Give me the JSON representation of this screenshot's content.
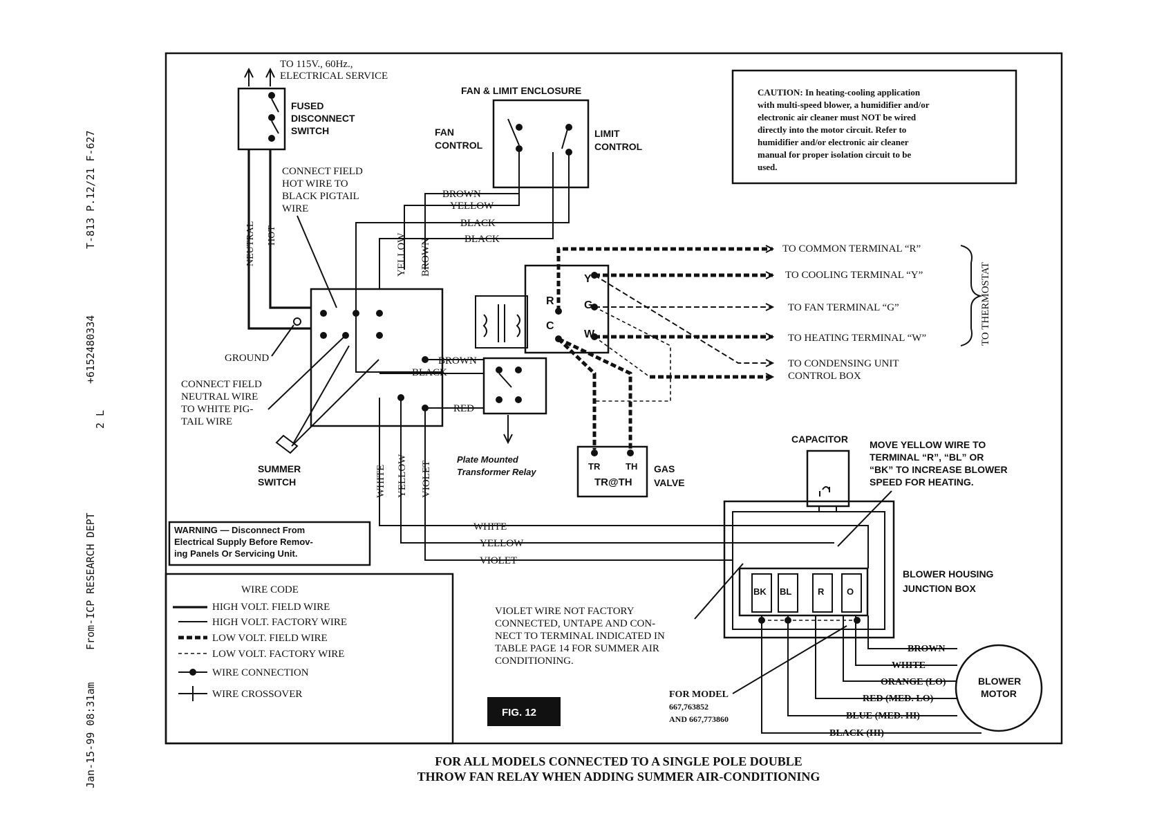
{
  "fax_header": {
    "date_time": "Jan-15-99  08:31am",
    "from": "From-ICP RESEARCH DEPT",
    "phone": "+6152480334",
    "codes": "T-813   P.12/21   F-627",
    "mark": "2 L"
  },
  "power": {
    "service_lines": [
      "TO 115V., 60Hz.,",
      "ELECTRICAL SERVICE"
    ],
    "switch_lines": [
      "FUSED",
      "DISCONNECT",
      "SWITCH"
    ],
    "neutral": "NEUTRAL",
    "hot": "HOT",
    "connect_hot_lines": [
      "CONNECT FIELD",
      "HOT WIRE TO",
      "BLACK PIGTAIL",
      "WIRE"
    ],
    "ground": "GROUND",
    "connect_neutral_lines": [
      "CONNECT FIELD",
      "NEUTRAL WIRE",
      "TO WHITE PIG-",
      "TAIL WIRE"
    ],
    "summer_switch_lines": [
      "SUMMER",
      "SWITCH"
    ]
  },
  "fan_limit": {
    "title": "FAN & LIMIT ENCLOSURE",
    "fan_lines": [
      "FAN",
      "CONTROL"
    ],
    "limit_lines": [
      "LIMIT",
      "CONTROL"
    ]
  },
  "wire_labels": {
    "brown_top": "BROWN",
    "yellow_top": "YELLOW",
    "black_1": "BLACK",
    "black_2": "BLACK",
    "yellow_v": "YELLOW",
    "brown_v": "BROWN",
    "brown_mid": "BROWN",
    "black_mid": "BLACK",
    "red_mid": "RED",
    "white_v": "WHITE",
    "yellow_v2": "YELLOW",
    "violet_v": "VIOLET",
    "white_h": "WHITE",
    "yellow_h": "YELLOW",
    "violet_h": "VIOLET"
  },
  "transformer": {
    "terminals": [
      "Y",
      "R",
      "G",
      "C",
      "W"
    ]
  },
  "relay": {
    "caption_lines": [
      "Plate Mounted",
      "Transformer Relay"
    ]
  },
  "gas_valve": {
    "terminals": [
      "TR",
      "TH"
    ],
    "sub": "TR@TH",
    "label_lines": [
      "GAS",
      "VALVE"
    ]
  },
  "caution": {
    "lines": [
      "CAUTION: In heating-cooling application",
      "with multi-speed blower, a humidifier and/or",
      "electronic air cleaner must NOT be wired",
      "directly into the motor circuit. Refer to",
      "humidifier and/or electronic air cleaner",
      "manual for proper isolation circuit to be",
      "used."
    ]
  },
  "thermostat": {
    "common": "TO COMMON TERMINAL “R”",
    "cooling": "TO COOLING TERMINAL “Y”",
    "fan": "TO FAN TERMINAL “G”",
    "heating": "TO HEATING TERMINAL “W”",
    "condensing_lines": [
      "TO CONDENSING UNIT",
      "CONTROL BOX"
    ],
    "to_thermostat": "TO THERMOSTAT"
  },
  "blower": {
    "capacitor": "CAPACITOR",
    "move_yellow_lines": [
      "MOVE YELLOW WIRE TO",
      "TERMINAL “R”, “BL” OR",
      "“BK” TO INCREASE BLOWER",
      "SPEED FOR HEATING."
    ],
    "junction_lines": [
      "BLOWER HOUSING",
      "JUNCTION BOX"
    ],
    "terminals": [
      "BK",
      "BL",
      "R",
      "O"
    ],
    "motor_lines": [
      "BLOWER",
      "MOTOR"
    ],
    "wires": [
      "BROWN",
      "WHITE",
      "ORANGE (LO)",
      "RED (MED. LO)",
      "BLUE (MED. HI)",
      "BLACK (HI)"
    ],
    "model_lines": [
      "FOR MODEL",
      "667,763852",
      "AND 667,773860"
    ]
  },
  "violet_note": {
    "lines": [
      "VIOLET WIRE NOT FACTORY",
      "CONNECTED, UNTAPE AND CON-",
      "NECT TO TERMINAL INDICATED IN",
      "TABLE PAGE 14 FOR SUMMER AIR",
      "CONDITIONING."
    ]
  },
  "warning": {
    "lines": [
      "WARNING — Disconnect From",
      "Electrical Supply Before Remov-",
      "ing Panels Or Servicing Unit."
    ]
  },
  "wire_code": {
    "title": "WIRE CODE",
    "items": [
      "HIGH VOLT. FIELD WIRE",
      "HIGH VOLT. FACTORY WIRE",
      "LOW VOLT. FIELD WIRE",
      "LOW VOLT. FACTORY WIRE",
      "WIRE CONNECTION",
      "WIRE CROSSOVER"
    ]
  },
  "figure_label": "FIG. 12",
  "caption": {
    "line1": "FOR ALL MODELS CONNECTED TO A SINGLE POLE DOUBLE",
    "line2": "THROW FAN RELAY WHEN ADDING SUMMER AIR-CONDITIONING"
  }
}
